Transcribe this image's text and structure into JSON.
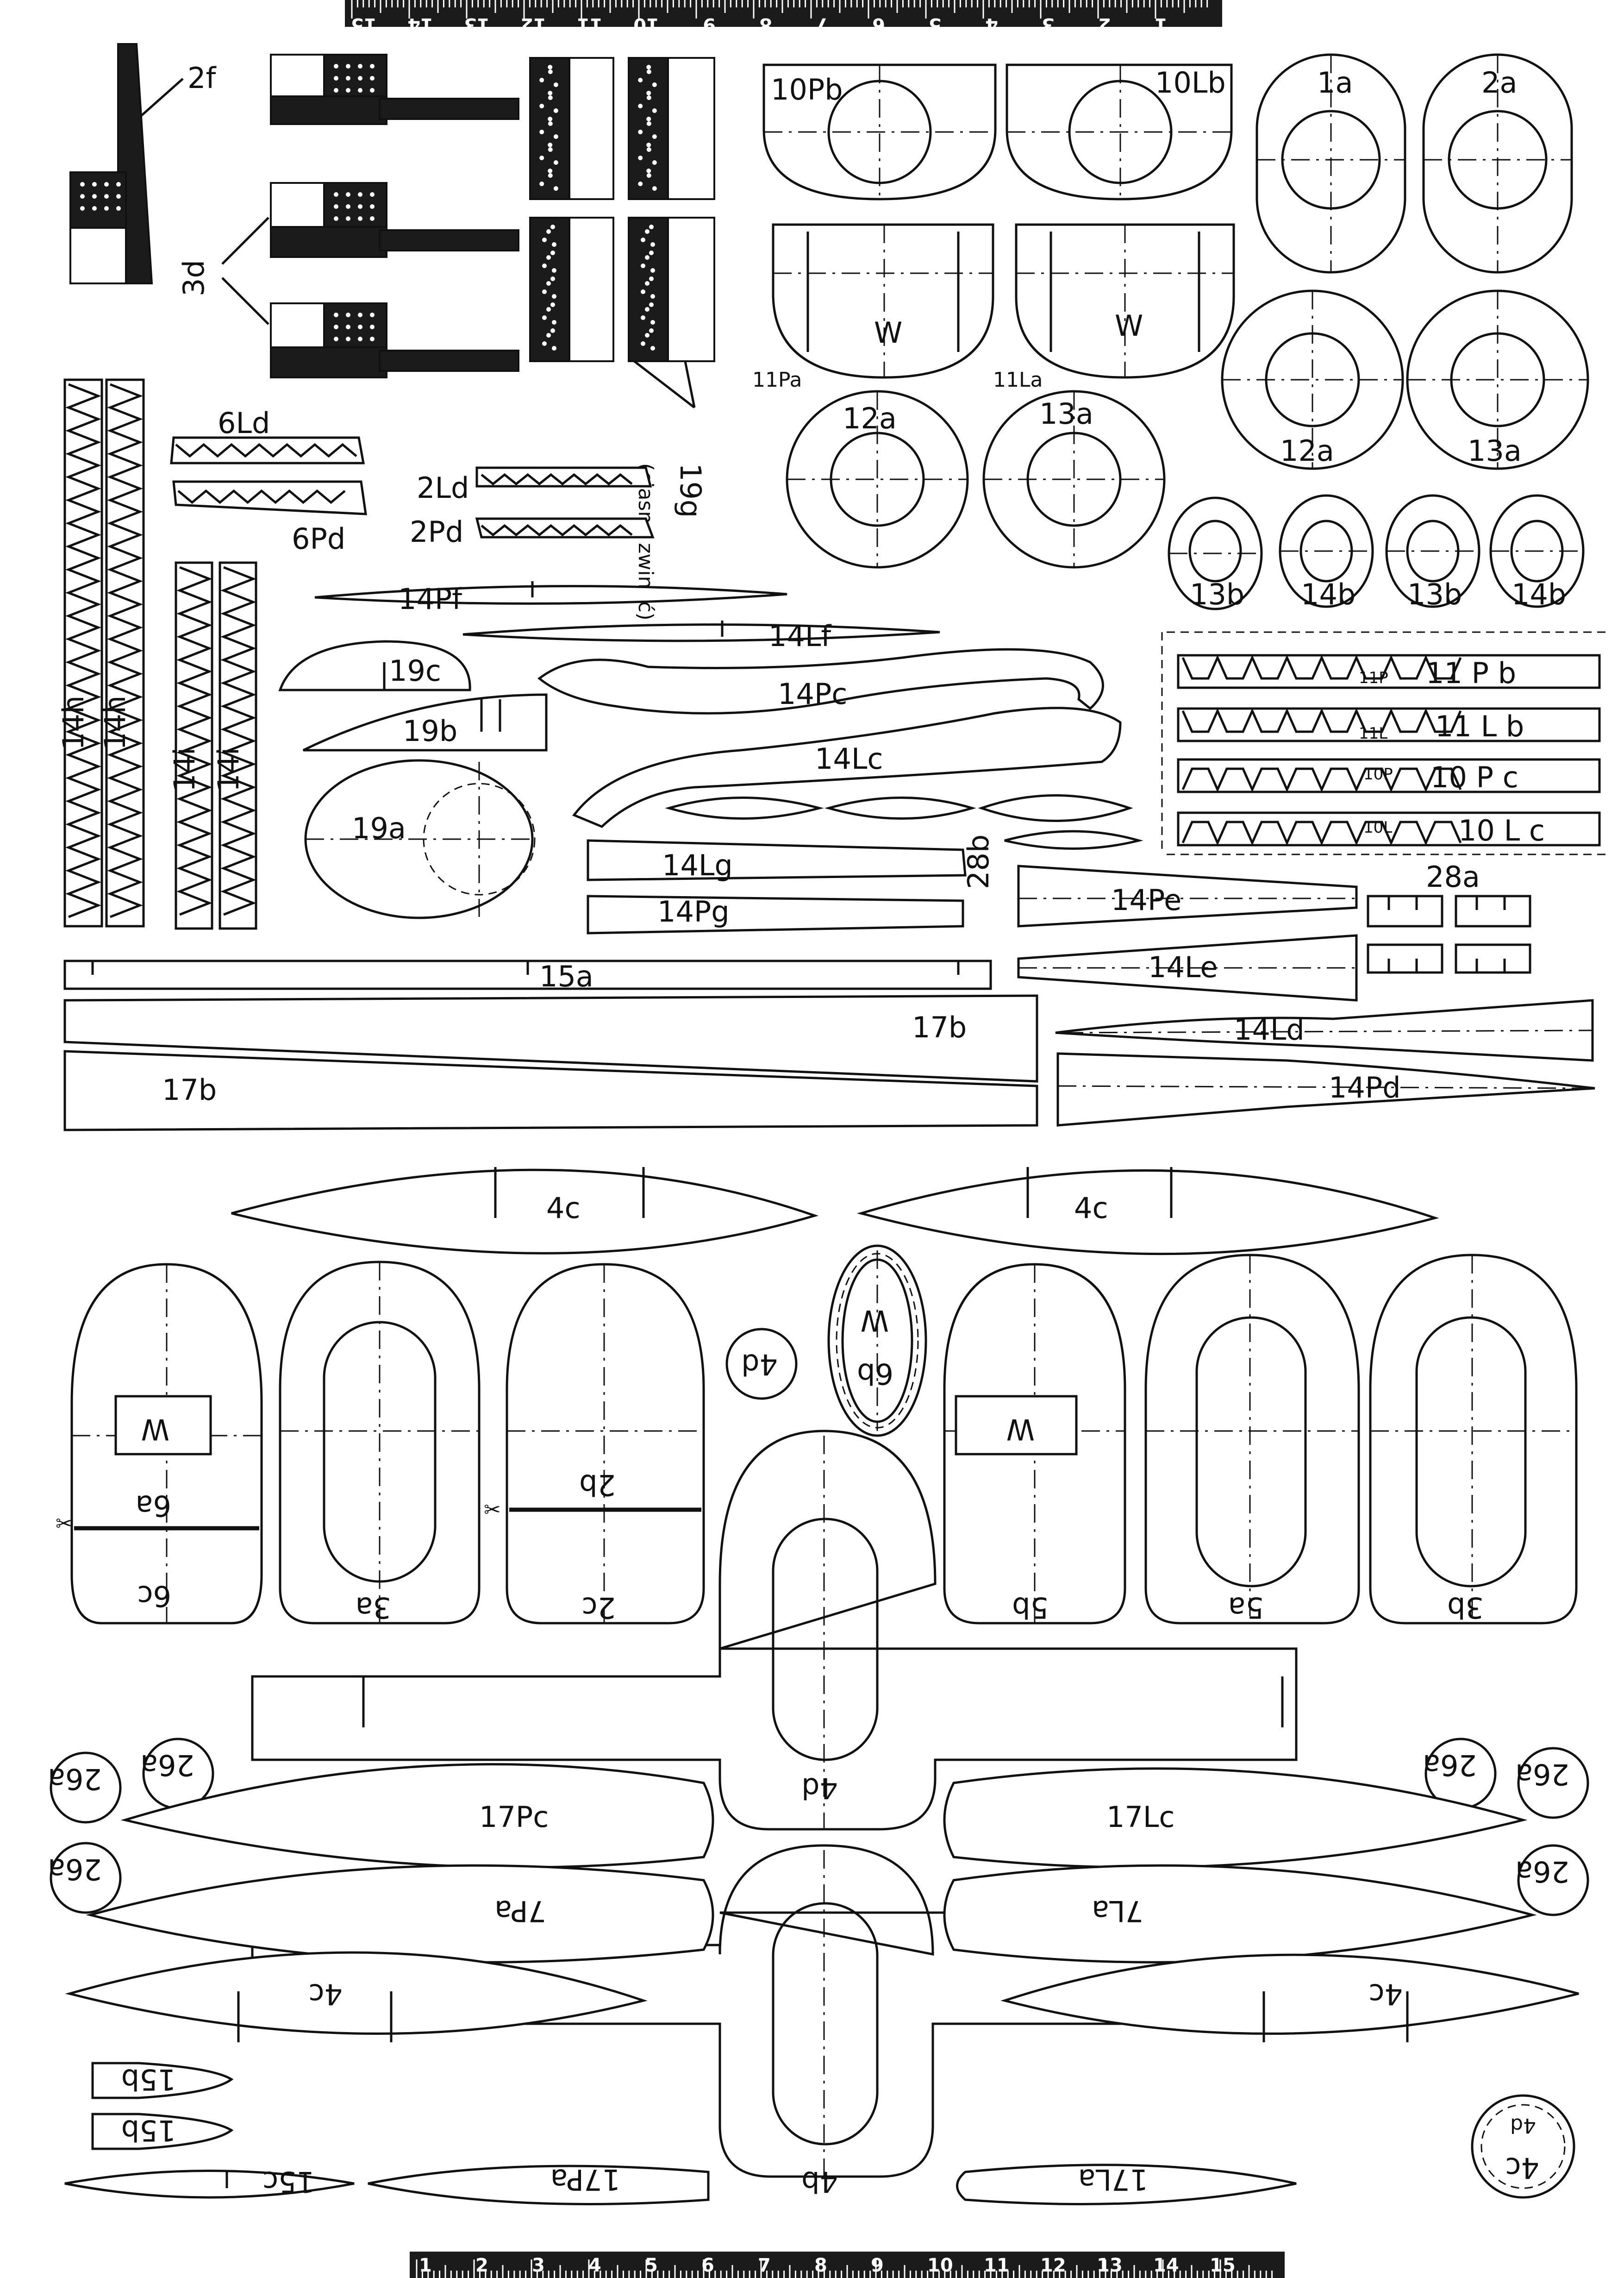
{
  "rulers": {
    "top_numbers": [
      "15",
      "14",
      "13",
      "12",
      "11",
      "10",
      "9",
      "8",
      "7",
      "6",
      "5",
      "4",
      "3",
      "2",
      "1"
    ],
    "bottom_numbers": [
      "1",
      "2",
      "3",
      "4",
      "5",
      "6",
      "7",
      "8",
      "9",
      "10",
      "11",
      "12",
      "13",
      "14",
      "15"
    ]
  },
  "parts": {
    "p2f": "2f",
    "p3d": "3d",
    "p19g": "19g",
    "note_19g": "(ciasno zwinąć)",
    "p6Ld": "6Ld",
    "p6Pd": "6Pd",
    "p2Ld": "2Ld",
    "p2Pd": "2Pd",
    "p14h": "14h",
    "p14i": "14i",
    "p14Pf": "14Pf",
    "p14Lf": "14Lf",
    "p19c": "19c",
    "p19b": "19b",
    "p19a": "19a",
    "p14Pc": "14Pc",
    "p14Lc": "14Lc",
    "p14Lg": "14Lg",
    "p14Pg": "14Pg",
    "p28b": "28b",
    "p28a": "28a",
    "p10Pb": "10Pb",
    "p10Lb": "10Lb",
    "p1a": "1a",
    "p2a": "2a",
    "p11Pa": "11Pa",
    "p11La": "11La",
    "w": "W",
    "p12a": "12a",
    "p13a": "13a",
    "p13b": "13b",
    "p14b": "14b",
    "p11Pb": "11 P b",
    "p11Lb": "11 L b",
    "p10Pc": "10 P c",
    "p10Lc": "10 L c",
    "tab11P": "11P",
    "tab11L": "11L",
    "tab10P": "10P",
    "tab10L": "10L",
    "p14Pe": "14Pe",
    "p14Le": "14Le",
    "p14Ld": "14Ld",
    "p14Pd": "14Pd",
    "p15a": "15a",
    "p17b": "17b",
    "p4c": "4c",
    "p4d": "4d",
    "p6a": "6a",
    "p6c": "6c",
    "p3a": "3a",
    "p2b": "2b",
    "p2c": "2c",
    "p6b": "6b",
    "p5b": "5b",
    "p5a": "5a",
    "p3b": "3b",
    "p4b": "4b",
    "p26a": "26a",
    "p17Pc": "17Pc",
    "p17Lc": "17Lc",
    "p7Pa": "7Pa",
    "p7La": "7La",
    "p15b": "15b",
    "p15c": "15c",
    "p17Pa": "17Pa",
    "p17La": "17La"
  }
}
